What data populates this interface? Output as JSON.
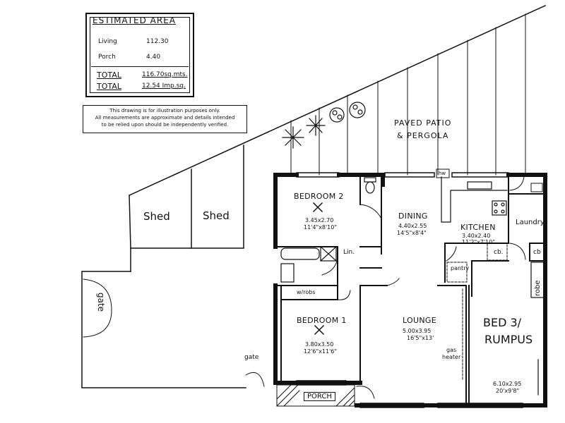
{
  "estimated_area": {
    "title": "ESTIMATED AREA",
    "rows": [
      {
        "label": "Living",
        "value": "112.30"
      },
      {
        "label": "Porch",
        "value": "4.40"
      }
    ],
    "totals": [
      {
        "label": "TOTAL",
        "value": "116.70sq.mts."
      },
      {
        "label": "TOTAL",
        "value": "12.54 Imp.sq."
      }
    ]
  },
  "disclaimer": {
    "line1": "This drawing is for illustration purposes only.",
    "line2": "All measurements are approximate and details intended",
    "line3": "to be relied upon should be independently verified."
  },
  "outdoor": {
    "patio_line1": "PAVED PATIO",
    "patio_line2": "& PERGOLA",
    "shed1": "Shed",
    "shed2": "Shed",
    "gate_left": "gate",
    "gate_bottom": "gate"
  },
  "rooms": {
    "bedroom2": {
      "name": "BEDROOM 2",
      "metric": "3.45x2.70",
      "imperial": "11'4\"x8'10\""
    },
    "dining": {
      "name": "DINING",
      "metric": "4.40x2.55",
      "imperial": "14'5\"x8'4\""
    },
    "kitchen": {
      "name": "KITCHEN",
      "metric": "3.40x2.40",
      "imperial": "11'2\"x7'10\""
    },
    "laundry": {
      "name": "Laundry"
    },
    "bedroom1": {
      "name": "BEDROOM 1",
      "metric": "3.80x3.50",
      "imperial": "12'6\"x11'6\""
    },
    "lounge": {
      "name": "LOUNGE",
      "metric": "5.00x3.95",
      "imperial": "16'5\"x13'"
    },
    "bed3_line1": "BED 3/",
    "bed3_line2": "RUMPUS",
    "bed3_metric": "6.10x2.95",
    "bed3_imperial": "20'x9'8\"",
    "porch": "PORCH"
  },
  "fixtures": {
    "lin": "Lin.",
    "wrobes": "w/robs",
    "cb1": "cb.",
    "cb2": "cb",
    "pantry": "pantry",
    "robe": "robe",
    "gas_heater_line1": "gas",
    "gas_heater_line2": "heater",
    "hw": "hw"
  }
}
